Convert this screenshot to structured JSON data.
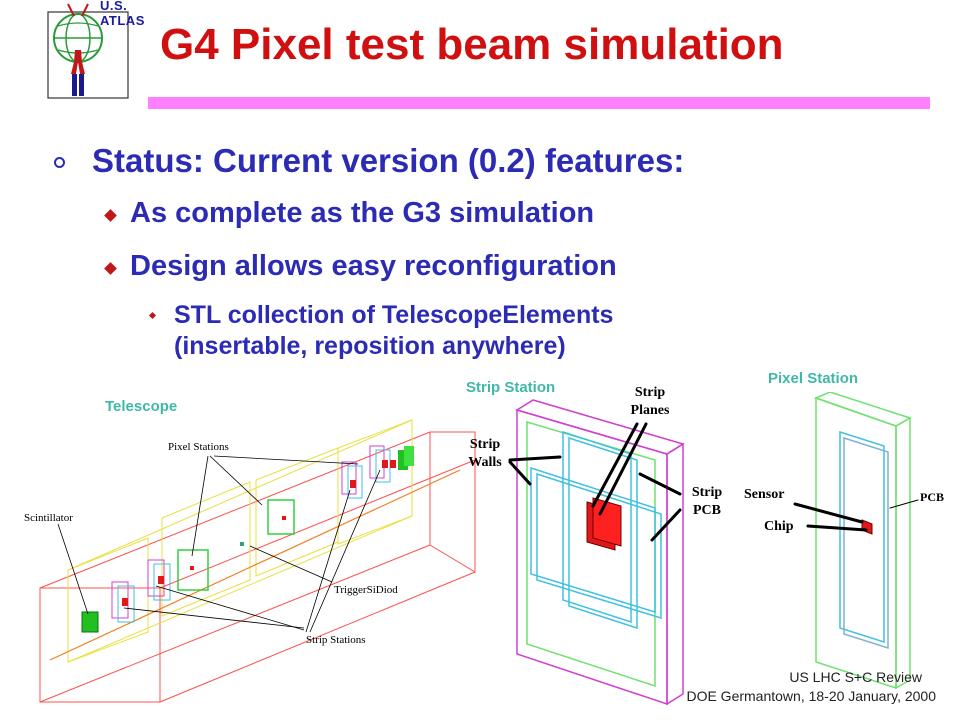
{
  "header": {
    "logo_text": "U.S. ATLAS",
    "title": "G4 Pixel test beam simulation"
  },
  "bullets": {
    "status": "Status: Current version (0.2) features:",
    "complete": "As complete as the G3 simulation",
    "design": "Design allows easy reconfiguration",
    "stl_line1": "STL collection of TelescopeElements",
    "stl_line2": "(insertable, reposition anywhere)"
  },
  "figures": {
    "telescope": {
      "title": "Telescope",
      "pixel_stations": "Pixel Stations",
      "scintillator": "Scintillator",
      "trigger": "TriggerSiDiod",
      "strip_stations": "Strip Stations"
    },
    "strip_station": {
      "title": "Strip Station",
      "planes_l1": "Strip",
      "planes_l2": "Planes",
      "walls_l1": "Strip",
      "walls_l2": "Walls",
      "pcb_l1": "Strip",
      "pcb_l2": "PCB"
    },
    "pixel_station": {
      "title": "Pixel Station",
      "sensor": "Sensor",
      "chip": "Chip",
      "pcb": "PCB"
    }
  },
  "footer": {
    "line1": "US LHC S+C Review",
    "line2": "DOE Germantown, 18-20 January, 2000"
  },
  "colors": {
    "title": "#d01010",
    "text": "#2b2bb4",
    "rule": "#ff80ff",
    "label": "#40b8a8"
  }
}
